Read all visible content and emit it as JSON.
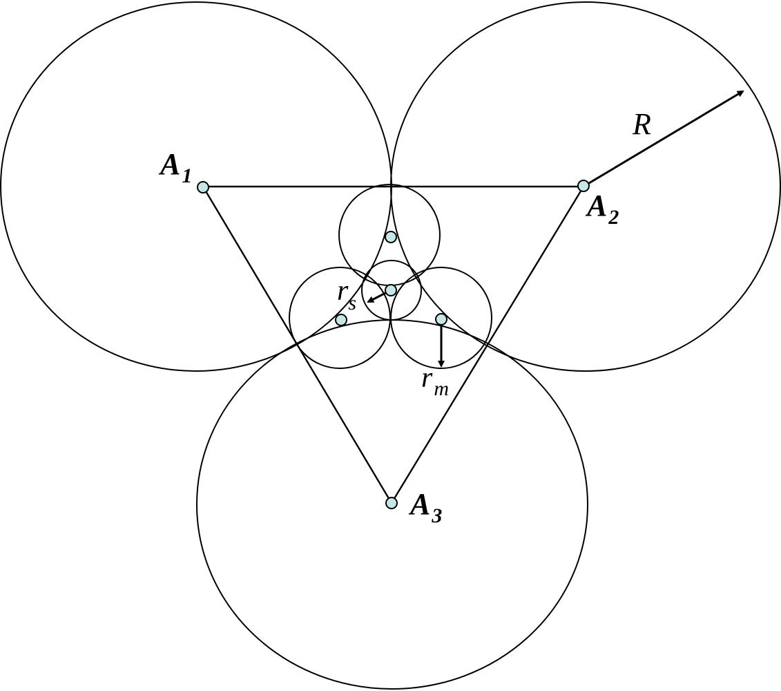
{
  "labels": {
    "A1": {
      "main": "A",
      "sub": "1"
    },
    "A2": {
      "main": "A",
      "sub": "2"
    },
    "A3": {
      "main": "A",
      "sub": "3"
    },
    "R": "R",
    "rs": {
      "main": "r",
      "sub": "s"
    },
    "rm": {
      "main": "r",
      "sub": "m"
    }
  },
  "colors": {
    "stroke": "#000000",
    "dot_fill": "#c6e6e8",
    "background": "#ffffff"
  }
}
